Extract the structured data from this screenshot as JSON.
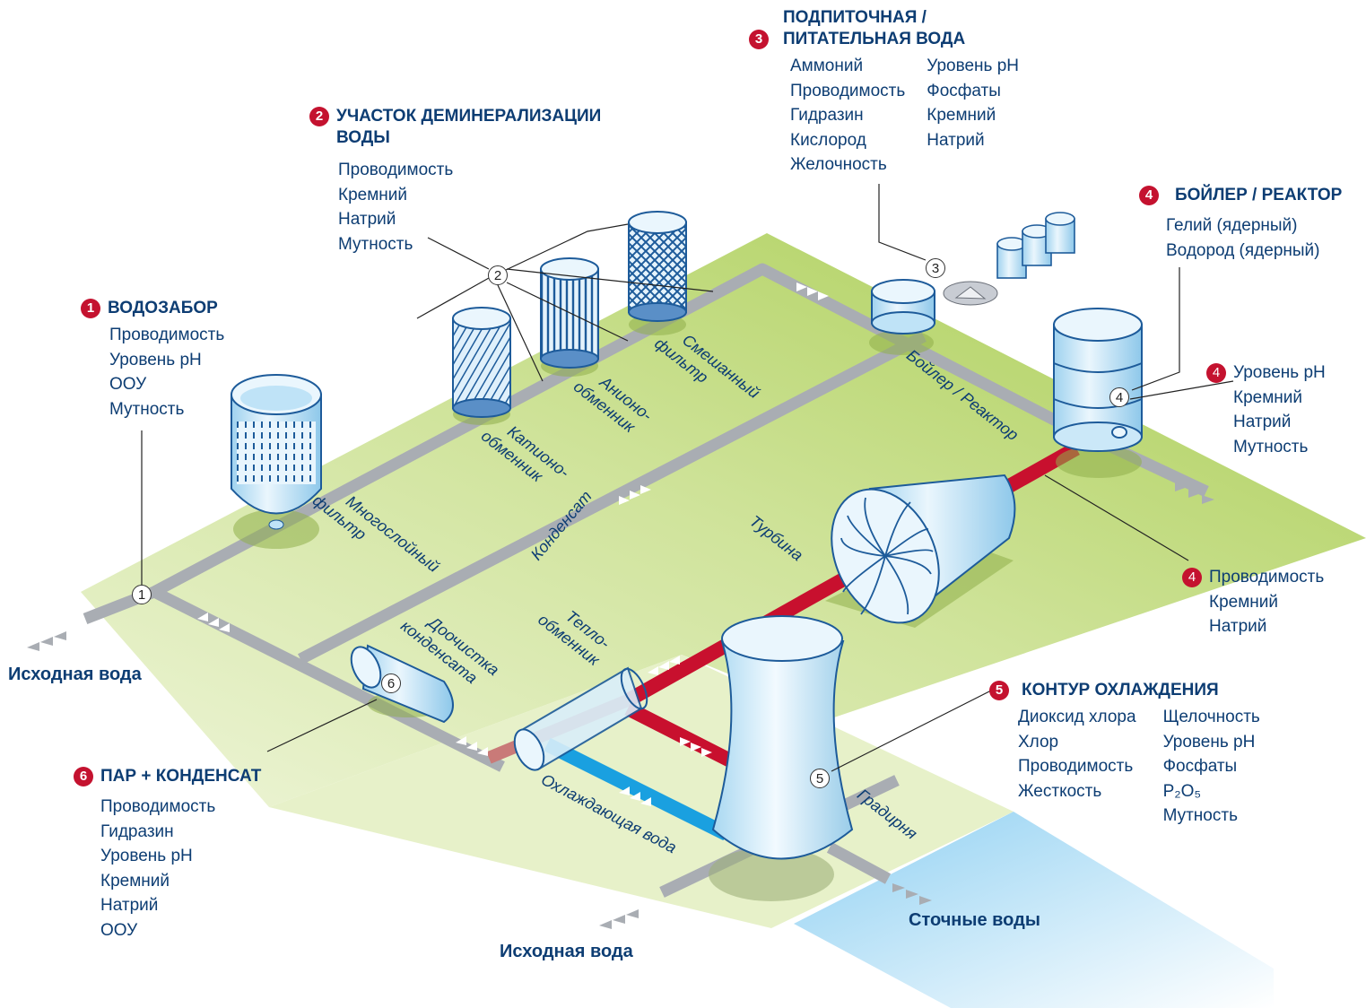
{
  "sections": {
    "intake": {
      "num": "1",
      "title": "ВОДОЗАБОР",
      "items": [
        "Проводимость",
        "Уровень pH",
        "ООУ",
        "Мутность"
      ]
    },
    "demin": {
      "num": "2",
      "title_line1": "УЧАСТОК ДЕМИНЕРАЛИЗАЦИИ",
      "title_line2": "ВОДЫ",
      "items": [
        "Проводимость",
        "Кремний",
        "Натрий",
        "Мутность"
      ]
    },
    "feed": {
      "num": "3",
      "title_line1": "ПОДПИТОЧНАЯ /",
      "title_line2": "ПИТАТЕЛЬНАЯ ВОДА",
      "col1": [
        "Аммоний",
        "Проводимость",
        "Гидразин",
        "Кислород",
        "Желочность"
      ],
      "col2": [
        "Уровень pH",
        "Фосфаты",
        "Кремний",
        "Натрий"
      ]
    },
    "boiler": {
      "num": "4",
      "title": "БОЙЛЕР / РЕАКТОР",
      "items": [
        "Гелий (ядерный)",
        "Водород (ядерный)"
      ]
    },
    "boiler_out": {
      "num": "4",
      "items": [
        "Уровень pH",
        "Кремний",
        "Натрий",
        "Мутность"
      ]
    },
    "turbine_out": {
      "num": "4",
      "items": [
        "Проводимость",
        "Кремний",
        "Натрий"
      ]
    },
    "cooling": {
      "num": "5",
      "title": "КОНТУР ОХЛАЖДЕНИЯ",
      "col1": [
        "Диоксид хлора",
        "Хлор",
        "Проводимость",
        "Жесткость"
      ],
      "col2": [
        "Щелочность",
        "Уровень pH",
        "Фосфаты",
        "P₂O₅",
        "Мутность"
      ]
    },
    "steam": {
      "num": "6",
      "title": "ПАР + КОНДЕНСАТ",
      "items": [
        "Проводимость",
        "Гидразин",
        "Уровень pH",
        "Кремний",
        "Натрий",
        "ООУ"
      ]
    }
  },
  "labels": {
    "source_water_left": "Исходная вода",
    "source_water_bottom": "Исходная вода",
    "waste_water": "Сточные воды",
    "multilayer_filter_1": "Многослойный",
    "multilayer_filter_2": "фильтр",
    "cation_1": "Катионо-",
    "cation_2": "обменник",
    "anion_1": "Анионо-",
    "anion_2": "обменник",
    "mixed_1": "Смешанный",
    "mixed_2": "фильтр",
    "condensate": "Конденсат",
    "boiler_reactor": "Бойлер / Реактор",
    "turbine": "Турбина",
    "heat_exchanger_1": "Тепло-",
    "heat_exchanger_2": "обменник",
    "condensate_polish_1": "Доочистка",
    "condensate_polish_2": "конденсата",
    "cooling_water": "Охлаждающая вода",
    "cooling_tower": "Градирня"
  },
  "markers": {
    "m1": "1",
    "m2": "2",
    "m3": "3",
    "m4": "4",
    "m5": "5",
    "m6": "6"
  },
  "colors": {
    "text": "#0d3d73",
    "marker": "#c4122f",
    "platform": "#d3e6a8",
    "platform_dark": "#aacd55",
    "pipe_grey": "#a9adb3",
    "pipe_red": "#c8102e",
    "pipe_blue": "#1aa0e0",
    "water": "#bfe4f7"
  }
}
